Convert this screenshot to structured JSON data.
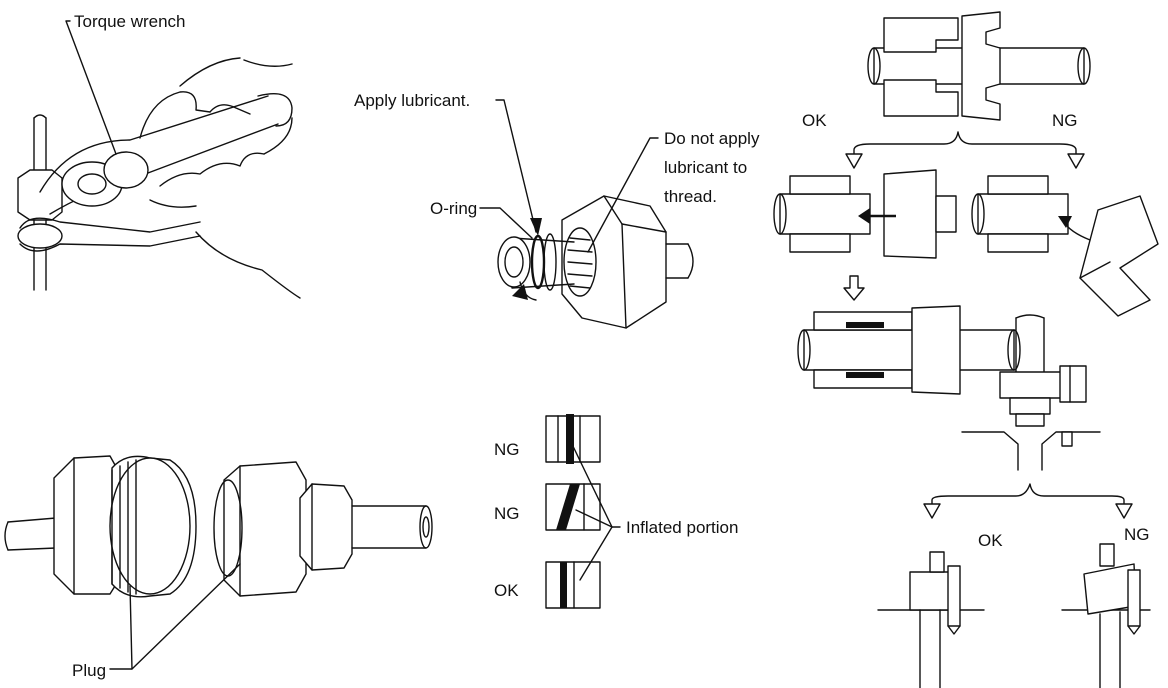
{
  "labels": {
    "torque_wrench": "Torque wrench",
    "apply_lubricant": "Apply lubricant.",
    "do_not_apply_1": "Do not apply",
    "do_not_apply_2": "lubricant to",
    "do_not_apply_3": "thread.",
    "o_ring": "O-ring",
    "plug": "Plug",
    "inflated_portion": "Inflated portion",
    "ng": "NG",
    "ok": "OK"
  }
}
